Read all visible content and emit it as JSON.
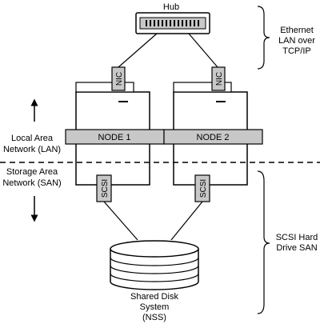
{
  "hub": {
    "label": "Hub"
  },
  "lan_group": {
    "lines": [
      "Ethernet",
      "LAN over",
      "TCP/IP"
    ]
  },
  "nodes": [
    {
      "label": "NODE 1",
      "nic_label": "NIC",
      "scsi_label": "SCSI"
    },
    {
      "label": "NODE 2",
      "nic_label": "NIC",
      "scsi_label": "SCSI"
    }
  ],
  "lan_zone": {
    "lines": [
      "Local Area",
      "Network (LAN)"
    ]
  },
  "san_zone": {
    "lines": [
      "Storage Area",
      "Network (SAN)"
    ]
  },
  "san_group": {
    "lines": [
      "SCSI Hard",
      "Drive SAN"
    ]
  },
  "shared_disk": {
    "lines": [
      "Shared Disk",
      "System",
      "(NSS)"
    ]
  }
}
